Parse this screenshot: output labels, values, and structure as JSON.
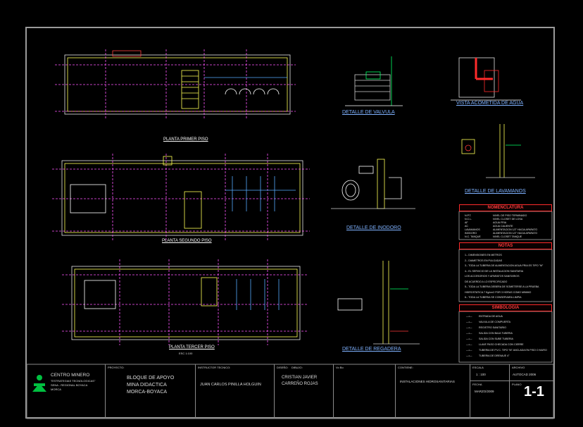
{
  "plans": {
    "first": "PLANTA PRIMER PISO",
    "second": "PLANTA SEGUNDO PISO",
    "third": "PLANTA TERCER PISO",
    "third_sub": "ESC 1:100"
  },
  "details": {
    "valve": "DETALLE DE VALVULA",
    "acometida": "VISTA ACOMETIDA DE AGUA",
    "lavamanos": "DETALLE DE LAVAMANOS",
    "inodoro": "DETALLE DE INODORO",
    "regadera": "DETALLE DE REGADERA"
  },
  "legend": {
    "nomenclatura_title": "NOMENCLATURA",
    "nomenclatura": [
      {
        "code": "N.P.T.",
        "desc": "NIVEL DE PISO TERMINADO"
      },
      {
        "code": "N.C.L.",
        "desc": "NIVEL CLOSET DE LOSA"
      },
      {
        "code": "AF",
        "desc": "AGUA FRIA"
      },
      {
        "code": "AC",
        "desc": "AGUA CALIENTE"
      },
      {
        "code": "LAVAMANOS",
        "desc": "ALIMENTACION 1/2\" HACIA APARATO"
      },
      {
        "code": "INODORO",
        "desc": "ALIMENTACION 1/2\" HACIA APARATO"
      },
      {
        "code": "N.C. TANQUE",
        "desc": "NIVEL CLOSET TANQUE"
      }
    ],
    "notas_title": "NOTAS",
    "notas": [
      "1.- DIMENSIONES EN METROS",
      "2.- DIAMETROS EN PULGADAS",
      "3.- TODA LA TUBERIA DE ALIMENTACION AGUA FRIA ES TIPO \"M\"",
      "4.- EL SERVICIO DE LA INSTALACION SANITARIA",
      "    LOS ACCESORIOS Y APARATOS SANITARIOS",
      "    DE ACUERDO A LO ESPECIFICADO",
      "5.- TODA LA TUBERIA DEBERA DE SOMETERSE A LA PRUEBA",
      "    HIDROSTATICA 7 Kg/cm2 POR 3 HORAS COMO MINIMO",
      "6.- TODA LA TUBERIA SE CONSERVARA LIMPIA"
    ],
    "simbologia_title": "SIMBOLOGIA",
    "simbologia": [
      "ENTRADA DE AGUA",
      "VALVULA DE COMPUERTA",
      "REGISTRO SANITARIO",
      "SALIDA CON BAJA TUBERIA",
      "SALIDA CON SUBE TUBERIA",
      "LLAVE PASO CHECADA CON CIERRE",
      "TUBERIA DE P.V.C. TIPO \"M\" ANCLADA EN PISO O MURO",
      "TUBERIA DE DRENAJE 4\""
    ]
  },
  "titleblock": {
    "institution_1": "CENTRO MINERO",
    "institution_2": "\"ESTRATEGIAS TECNOLOGICAS\"",
    "institution_3": "SENA - REGIONAL BOYACA",
    "institution_4": "MORCA",
    "proyecto_label": "PROYECTO:",
    "proyecto_1": "BLOQUE DE APOYO",
    "proyecto_2": "MINA DIDACTICA",
    "proyecto_3": "MORCA-BOYACA",
    "instructor_label": "INSTRUCTOR TECNICO:",
    "instructor": "JUAN CARLOS PINILLA HOLGUIN",
    "disenio_label": "DISEÑO:",
    "disenio_1": "CRISTIAN JAVIER",
    "disenio_2": "CARREÑO ROJAS",
    "dibujo_label": "DIBUJO:",
    "vobo_label": "Vo Bo",
    "contiene_label": "CONTIENE:",
    "contiene": "INSTALACIONES HIDROSANITARIAS",
    "escala_label": "ESCALA",
    "escala": "1 : 100",
    "archivo_label": "ARCHIVO",
    "archivo": "AUTOCAD 2006",
    "fecha_label": "FECHA",
    "fecha": "MARZO/2009",
    "plano_label": "PLANO",
    "plano": "1-1"
  }
}
